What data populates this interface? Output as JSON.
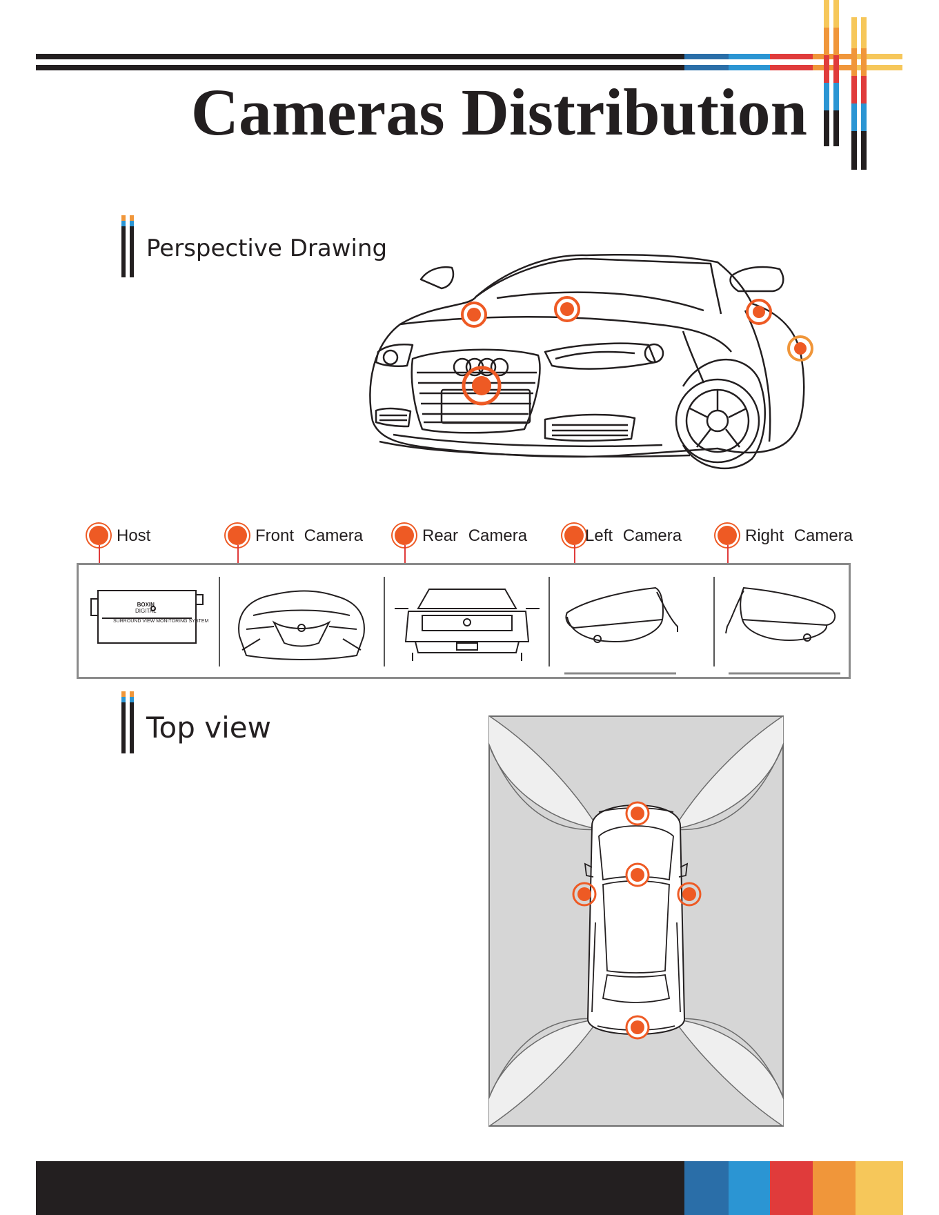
{
  "page": {
    "title": "Cameras Distribution",
    "colors": {
      "dark": "#231f20",
      "blue": "#2a6ea8",
      "light_blue": "#2b95d3",
      "red": "#e03b3b",
      "orange": "#f0963a",
      "yellow": "#f6c75a",
      "marker": "#ee5a24",
      "coverage_bg": "#d6d6d6"
    }
  },
  "sections": {
    "perspective": {
      "label": "Perspective Drawing"
    },
    "top": {
      "label": "Top view"
    }
  },
  "legend": [
    {
      "label": "Host",
      "icon": "host-box-icon"
    },
    {
      "label": "Front  Camera",
      "icon": "front-car-icon"
    },
    {
      "label": "Rear  Camera",
      "icon": "rear-car-icon"
    },
    {
      "label": "Left  Camera",
      "icon": "left-mirror-icon"
    },
    {
      "label": "Right  Camera",
      "icon": "right-mirror-icon"
    }
  ],
  "host_box": {
    "brand_line1": "BOXIN",
    "brand_line2": "DIGITAL",
    "caption": "SURROUND VIEW MONITORING SYSTEM"
  }
}
